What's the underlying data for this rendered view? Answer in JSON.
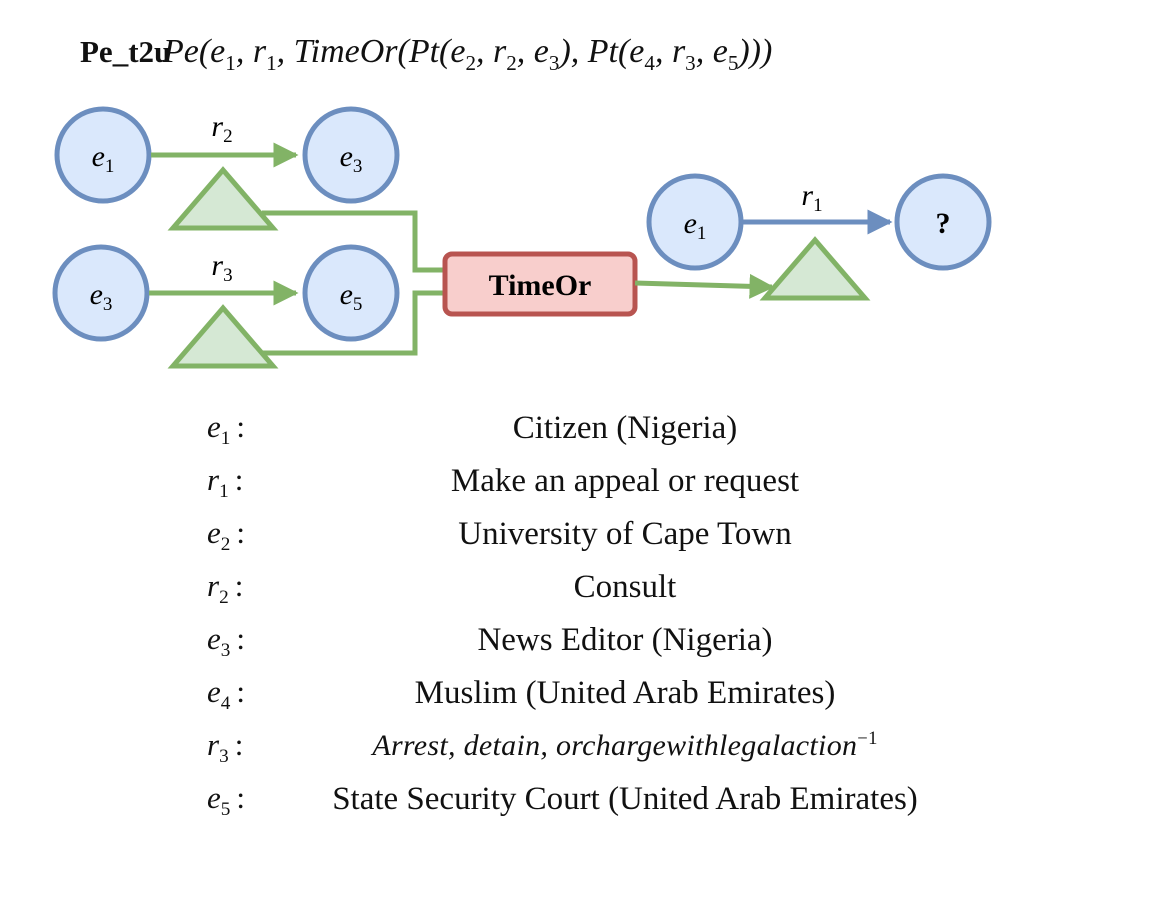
{
  "header": {
    "query_name": "Pe_t2u",
    "formula": {
      "parts": [
        {
          "t": "Pe(e"
        },
        {
          "sub": "1"
        },
        {
          "t": ", r"
        },
        {
          "sub": "1"
        },
        {
          "t": ", TimeOr(Pt(e"
        },
        {
          "sub": "2"
        },
        {
          "t": ", r"
        },
        {
          "sub": "2"
        },
        {
          "t": ", e"
        },
        {
          "sub": "3"
        },
        {
          "t": "), Pt(e"
        },
        {
          "sub": "4"
        },
        {
          "t": ", r"
        },
        {
          "sub": "3"
        },
        {
          "t": ", e"
        },
        {
          "sub": "5"
        },
        {
          "t": ")))"
        }
      ]
    }
  },
  "diagram": {
    "colors": {
      "node_fill": "#dae8fc",
      "node_stroke": "#6c8ebf",
      "edge_green": "#82b366",
      "projection_fill": "#d5e8d4",
      "op_fill": "#f8cecc",
      "op_stroke": "#b85450",
      "edge_blue": "#6c8ebf"
    },
    "nodes": {
      "top_source": {
        "base": "e",
        "sub": "1"
      },
      "top_target": {
        "base": "e",
        "sub": "3"
      },
      "bottom_source": {
        "base": "e",
        "sub": "3"
      },
      "bottom_target": {
        "base": "e",
        "sub": "5"
      },
      "final_source": {
        "base": "e",
        "sub": "1"
      },
      "answer": {
        "base": "?",
        "sub": ""
      }
    },
    "edges": {
      "top": {
        "base": "r",
        "sub": "2"
      },
      "bottom": {
        "base": "r",
        "sub": "3"
      },
      "final": {
        "base": "r",
        "sub": "1"
      }
    },
    "operator": "TimeOr"
  },
  "legend": [
    {
      "key": "e",
      "sub": "1",
      "value": "Citizen (Nigeria)",
      "math": false
    },
    {
      "key": "r",
      "sub": "1",
      "value": "Make an appeal or request",
      "math": false
    },
    {
      "key": "e",
      "sub": "2",
      "value": "University of Cape Town",
      "math": false
    },
    {
      "key": "r",
      "sub": "2",
      "value": "Consult",
      "math": false
    },
    {
      "key": "e",
      "sub": "3",
      "value": "News Editor (Nigeria)",
      "math": false
    },
    {
      "key": "e",
      "sub": "4",
      "value": "Muslim (United Arab Emirates)",
      "math": false
    },
    {
      "key": "r",
      "sub": "3",
      "value": "Arrest, detain, orchargewithlegalaction",
      "sup": "−1",
      "math": true
    },
    {
      "key": "e",
      "sub": "5",
      "value": "State Security Court (United Arab Emirates)",
      "math": false
    }
  ]
}
